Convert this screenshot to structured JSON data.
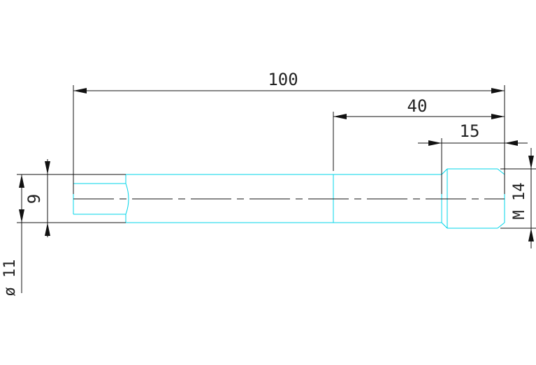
{
  "drawing": {
    "colors": {
      "background": "#ffffff",
      "part_outline": "#00d4e8",
      "dimension_lines": "#111111",
      "text": "#222222"
    },
    "dimensions": {
      "overall_length": "100",
      "stepped_length": "40",
      "thread_length": "15",
      "shank_diameter": "9",
      "body_diameter": "ø 11",
      "thread_size": "M 14"
    }
  }
}
